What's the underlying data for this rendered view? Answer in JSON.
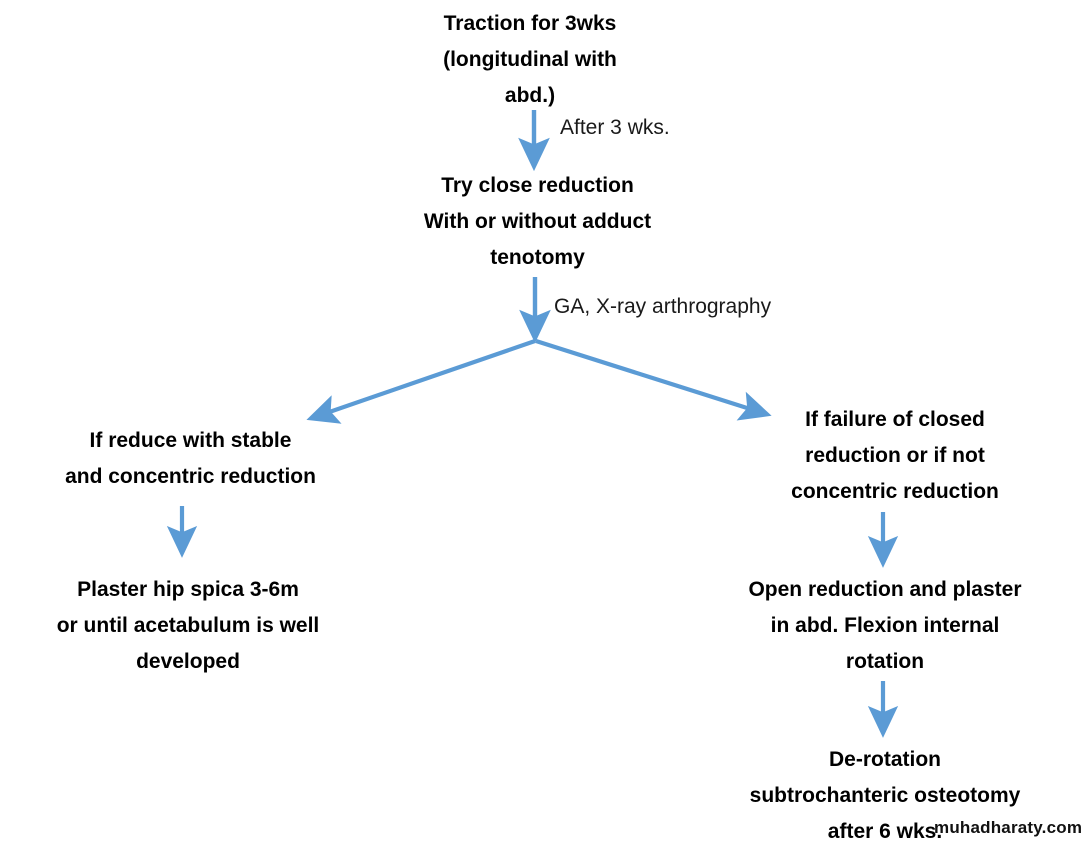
{
  "diagram": {
    "title": "DDH management flowchart",
    "accent_color": "#5B9BD5",
    "text_color": "#000000",
    "background_color": "#FFFFFF",
    "nodes": [
      {
        "id": "traction",
        "text": "Traction for 3wks\n(longitudinal with\nabd.)"
      },
      {
        "id": "try_close",
        "text": "Try close reduction\nWith or without adduct\ntenotomy"
      },
      {
        "id": "if_reduce",
        "text": "If reduce with stable\nand concentric reduction"
      },
      {
        "id": "if_failure",
        "text": "If failure of closed\nreduction or if not\nconcentric reduction"
      },
      {
        "id": "plaster",
        "text": "Plaster hip spica 3-6m\nor until acetabulum is well\ndeveloped"
      },
      {
        "id": "open_red",
        "text": "Open reduction and plaster\nin abd. Flexion internal\nrotation"
      },
      {
        "id": "de_rotation",
        "text": "De-rotation\nsubtrochanteric osteotomy\nafter 6 wks."
      }
    ],
    "edge_labels": [
      {
        "id": "after_3wks",
        "text": "After 3 wks."
      },
      {
        "id": "ga_xray",
        "text": "GA, X-ray arthrography"
      }
    ],
    "connectors": [
      {
        "id": "traction-to-try-close",
        "from": "traction",
        "to": "try_close",
        "kind": "arrow-down"
      },
      {
        "id": "try-close-to-split",
        "from": "try_close",
        "to": "split",
        "kind": "arrow-down"
      },
      {
        "id": "split-to-if-reduce",
        "from": "split",
        "to": "if_reduce",
        "kind": "arrow-diagonal-left"
      },
      {
        "id": "split-to-if-failure",
        "from": "split",
        "to": "if_failure",
        "kind": "arrow-diagonal-right"
      },
      {
        "id": "if-reduce-to-plaster",
        "from": "if_reduce",
        "to": "plaster",
        "kind": "arrow-down"
      },
      {
        "id": "if-failure-to-open-red",
        "from": "if_failure",
        "to": "open_red",
        "kind": "arrow-down"
      },
      {
        "id": "open-red-to-de-rotation",
        "from": "open_red",
        "to": "de_rotation",
        "kind": "arrow-down"
      }
    ]
  },
  "watermark": {
    "text": "muhadharaty.com"
  }
}
